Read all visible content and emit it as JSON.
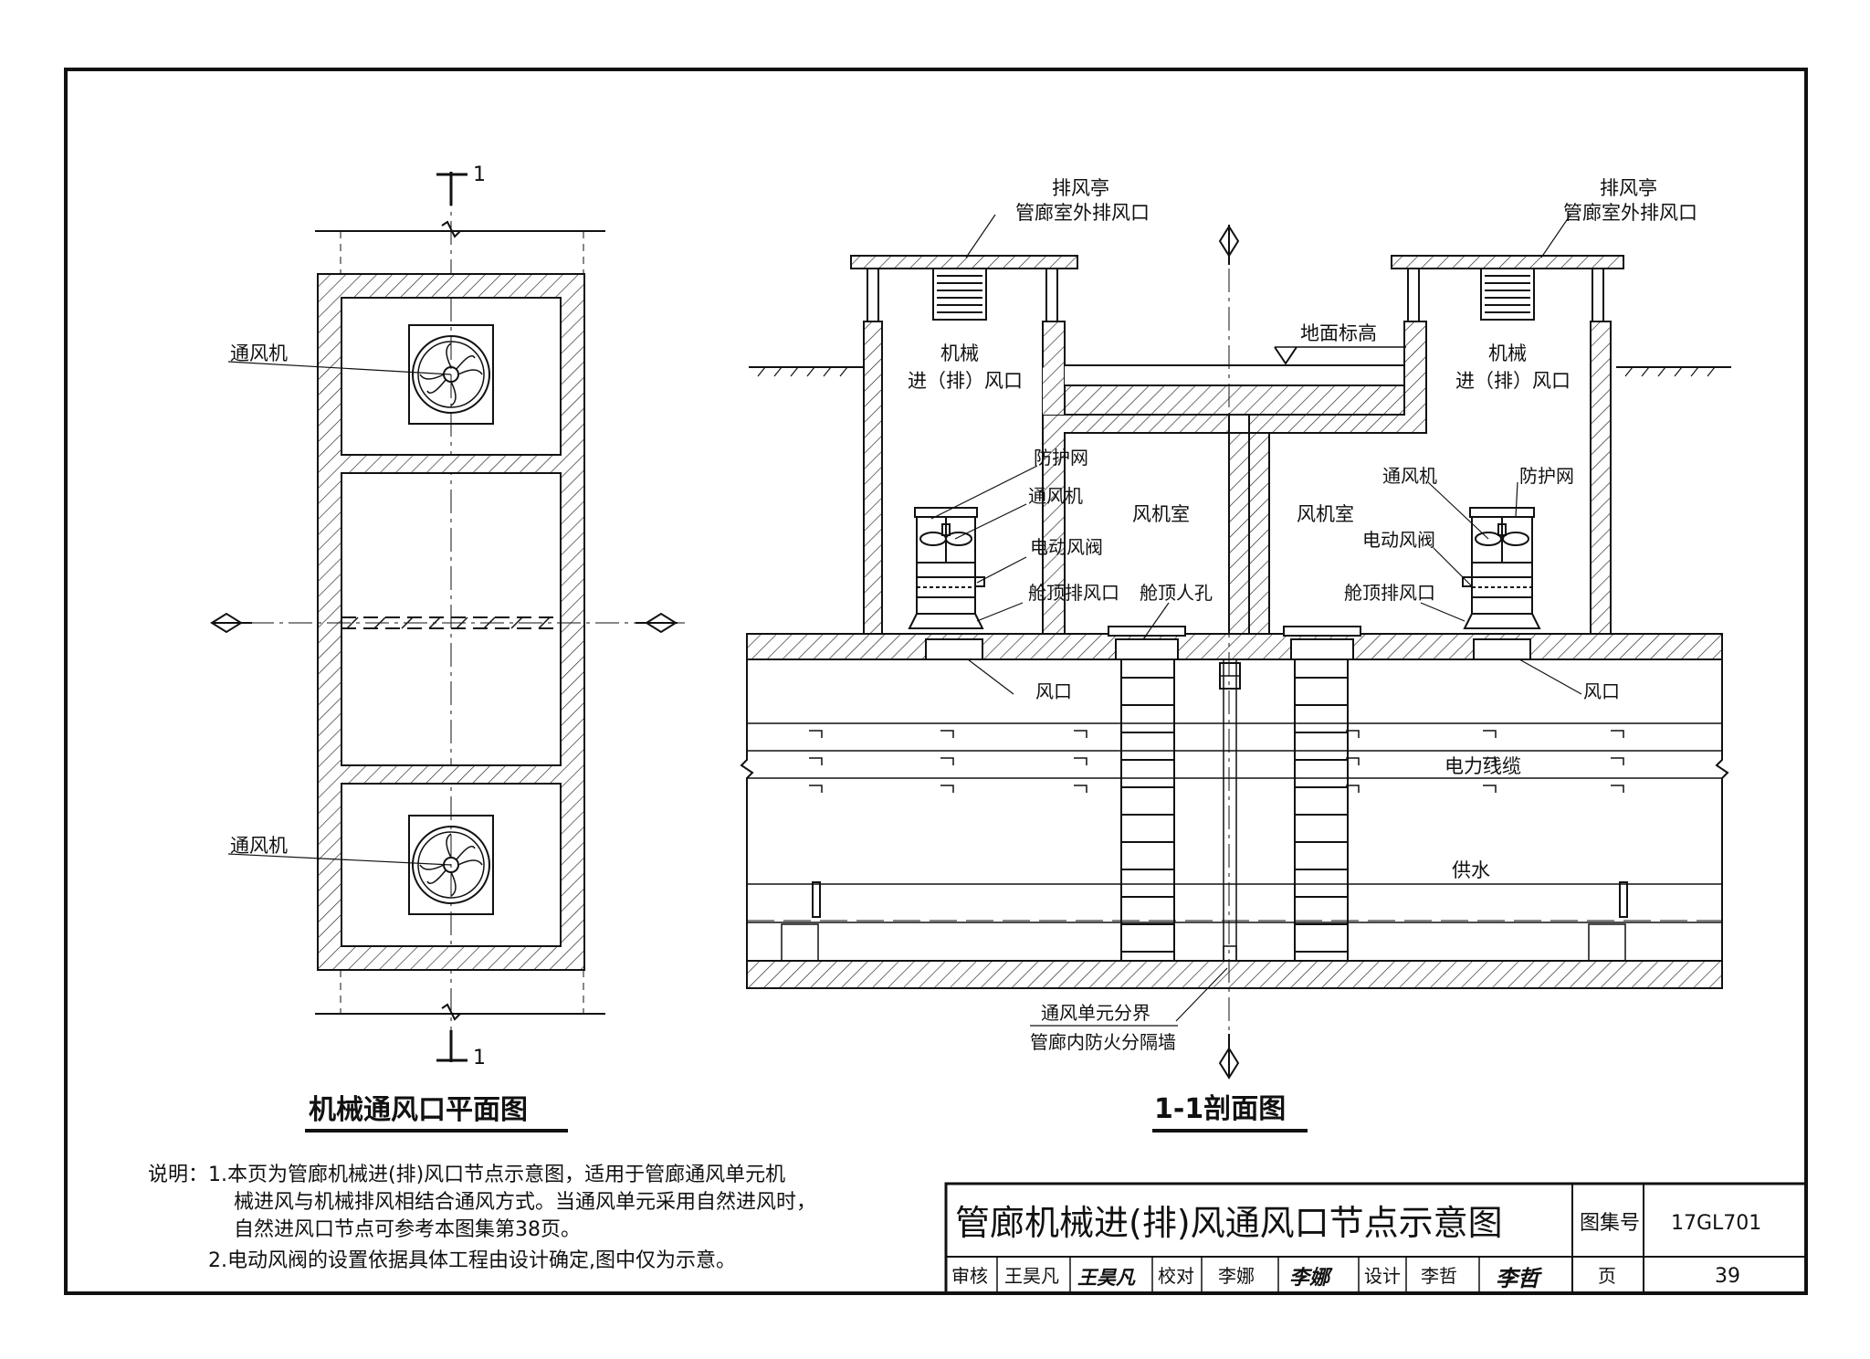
{
  "plan": {
    "title": "机械通风口平面图",
    "section_mark": "1",
    "fan_label_top": "通风机",
    "fan_label_bottom": "通风机"
  },
  "section": {
    "title": "1-1剖面图",
    "kiosk_left": [
      "排风亭",
      "管廊室外排风口"
    ],
    "kiosk_right": [
      "排风亭",
      "管廊室外排风口"
    ],
    "ground_level": "地面标高",
    "mech_vent_left": [
      "机械",
      "进（排）风口"
    ],
    "mech_vent_right": [
      "机械",
      "进（排）风口"
    ],
    "fan_room_left": "风机室",
    "fan_room_right": "风机室",
    "left_labels": [
      "防护网",
      "通风机",
      "电动风阀",
      "舱顶排风口",
      "舱顶人孔",
      "风口"
    ],
    "right_labels": [
      "通风机",
      "防护网",
      "电动风阀",
      "舱顶排风口",
      "风口"
    ],
    "power_cable": "电力线缆",
    "water_supply": "供水",
    "bottom_labels": [
      "通风单元分界",
      "管廊内防火分隔墙"
    ]
  },
  "notes": {
    "prefix": "说明：",
    "items": [
      "1.本页为管廊机械进(排)风口节点示意图，适用于管廊通风单元机",
      "械进风与机械排风相结合通风方式。当通风单元采用自然进风时，",
      "自然进风口节点可参考本图集第38页。",
      "2.电动风阀的设置依据具体工程由设计确定,图中仅为示意。"
    ]
  },
  "title_block": {
    "main_title": "管廊机械进(排)风通风口节点示意图",
    "atlas_no_label": "图集号",
    "atlas_no": "17GL701",
    "review_label": "审核",
    "reviewer": "王昊凡",
    "reviewer_sig": "王昊凡",
    "check_label": "校对",
    "checker": "李娜",
    "checker_sig": "李娜",
    "design_label": "设计",
    "designer": "李哲",
    "designer_sig": "李哲",
    "page_label": "页",
    "page_no": "39"
  }
}
